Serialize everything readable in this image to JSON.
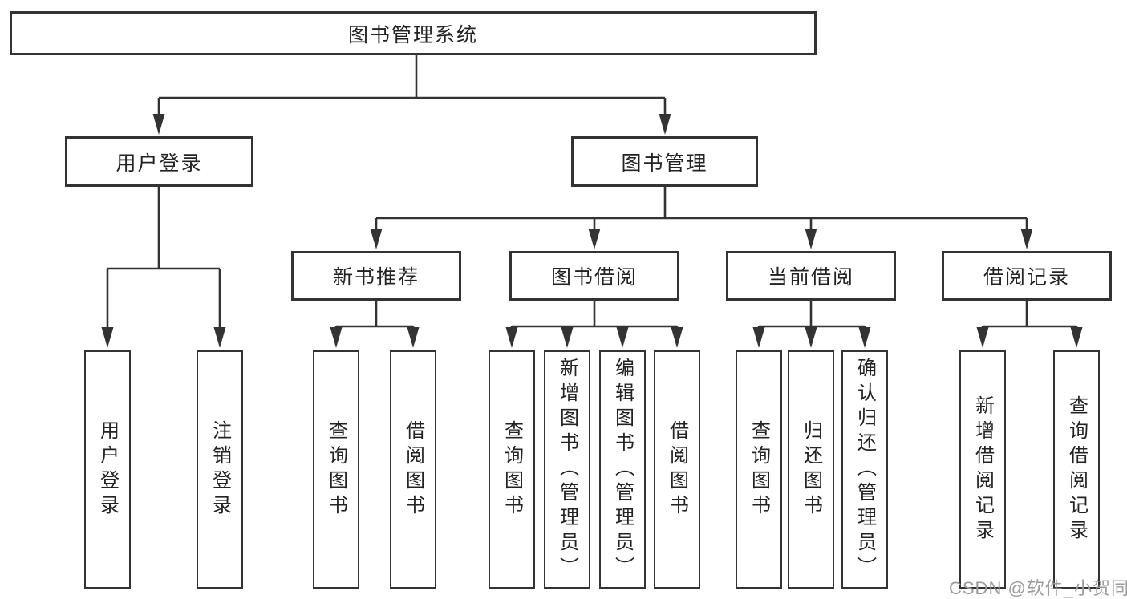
{
  "diagram": {
    "root": {
      "label": "图书管理系统"
    },
    "branches": [
      {
        "label": "用户登录",
        "children": [
          {
            "label": "用户登录"
          },
          {
            "label": "注销登录"
          }
        ]
      },
      {
        "label": "图书管理",
        "groups": [
          {
            "label": "新书推荐",
            "children": [
              {
                "label": "查询图书"
              },
              {
                "label": "借阅图书"
              }
            ]
          },
          {
            "label": "图书借阅",
            "children": [
              {
                "label": "查询图书"
              },
              {
                "label": "新增图书（管理员）"
              },
              {
                "label": "编辑图书（管理员）"
              },
              {
                "label": "借阅图书"
              }
            ]
          },
          {
            "label": "当前借阅",
            "children": [
              {
                "label": "查询图书"
              },
              {
                "label": "归还图书"
              },
              {
                "label": "确认归还（管理员）"
              }
            ]
          },
          {
            "label": "借阅记录",
            "children": [
              {
                "label": "新增借阅记录"
              },
              {
                "label": "查询借阅记录"
              }
            ]
          }
        ]
      }
    ]
  },
  "watermark": {
    "text": "CSDN @软件_小贺同学"
  },
  "colors": {
    "line": "#333333",
    "text": "#232323",
    "watermark_gray": "#9b9b9b",
    "background": "#ffffff"
  }
}
